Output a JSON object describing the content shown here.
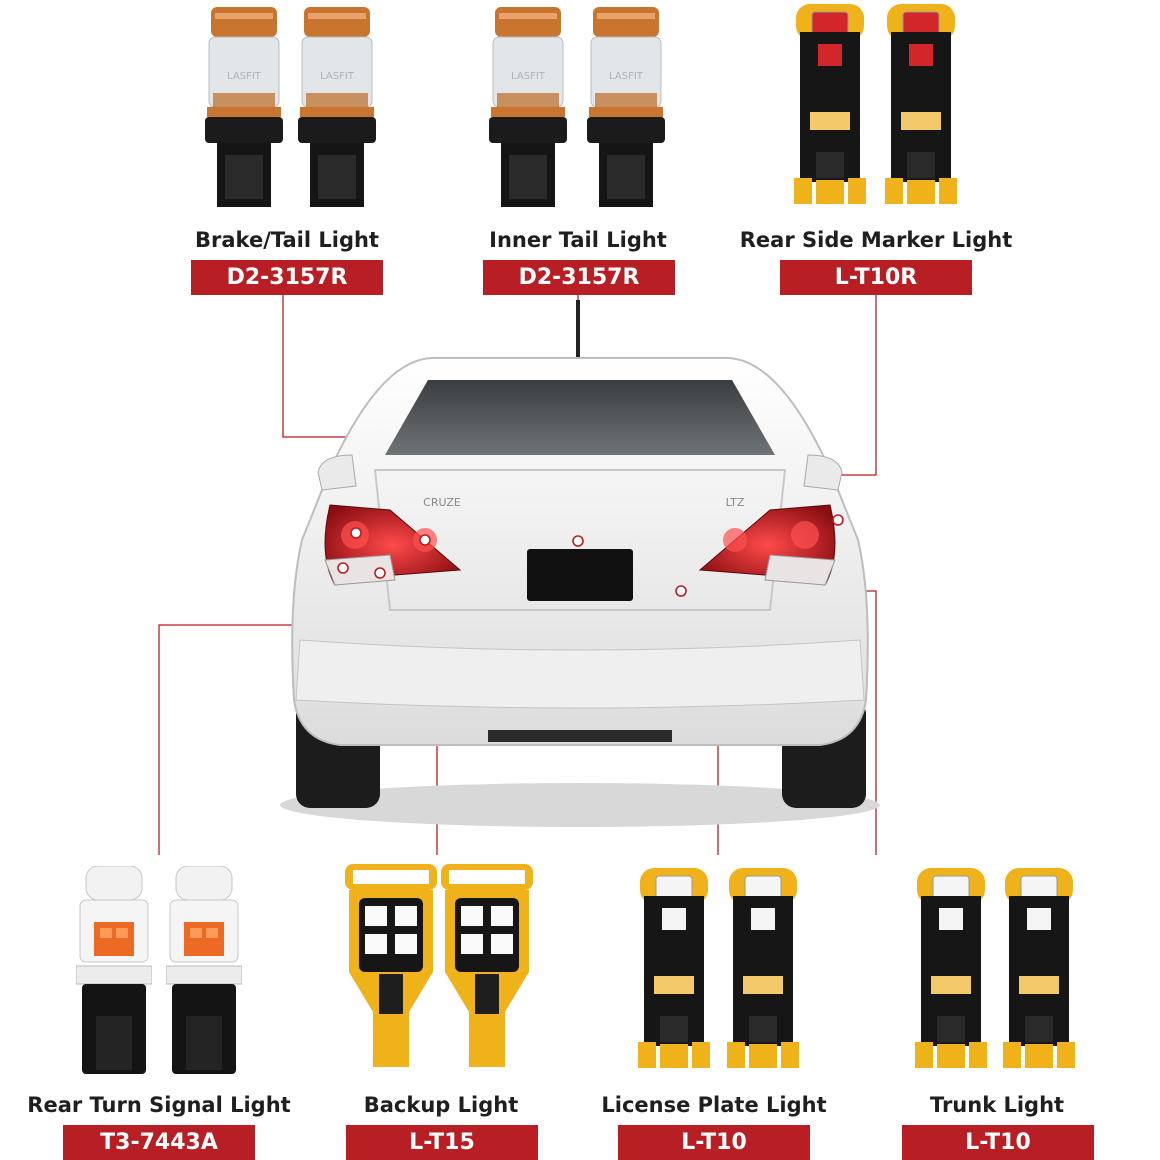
{
  "colors": {
    "accent": "#b81f24",
    "leader_line": "#b81f24",
    "label_text": "#1f1f1f",
    "car_body": "#f4f4f4",
    "taillight": "#c3141d",
    "bulb_copper": "#c9742f",
    "pcb_yellow": "#f0b21b"
  },
  "bulbs": [
    {
      "id": "brake-tail",
      "label": "Brake/Tail Light",
      "code": "D2-3157R",
      "bulb_style": "copper-3157",
      "branding": "LASFIT"
    },
    {
      "id": "inner-tail",
      "label": "Inner Tail Light",
      "code": "D2-3157R",
      "bulb_style": "copper-3157",
      "branding": "LASFIT"
    },
    {
      "id": "rear-side-marker",
      "label": "Rear Side Marker Light",
      "code": "L-T10R",
      "bulb_style": "pcb-t10-red"
    },
    {
      "id": "rear-turn-signal",
      "label": "Rear Turn Signal Light",
      "code": "T3-7443A",
      "bulb_style": "white-7443-amber"
    },
    {
      "id": "backup",
      "label": "Backup Light",
      "code": "L-T15",
      "bulb_style": "pcb-t15-white"
    },
    {
      "id": "license-plate",
      "label": "License Plate Light",
      "code": "L-T10",
      "bulb_style": "pcb-t10-white"
    },
    {
      "id": "trunk",
      "label": "Trunk Light",
      "code": "L-T10",
      "bulb_style": "pcb-t10-white"
    }
  ],
  "car": {
    "view": "rear",
    "badge_left": "CRUZE",
    "badge_right": "LTZ"
  }
}
